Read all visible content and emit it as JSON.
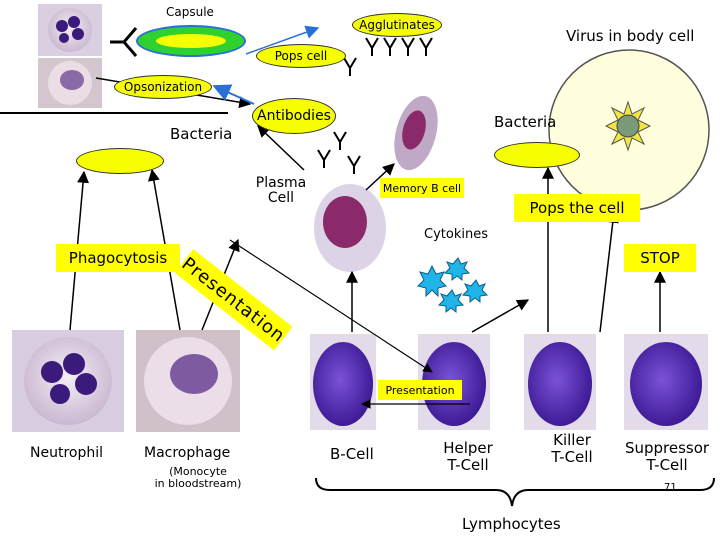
{
  "colors": {
    "highlight": "#ffff00",
    "pill_green": "#2ed12e",
    "cell_purple": "#4b23a8",
    "cytokine": "#1fb5e8"
  },
  "top": {
    "capsule": "Capsule",
    "agglutinates": "Agglutinates",
    "pops_cell": "Pops cell",
    "virus": "Virus in body cell",
    "opsonization": "Opsonization",
    "antibodies": "Antibodies",
    "bacteria_left": "Bacteria",
    "bacteria_right": "Bacteria"
  },
  "middle": {
    "plasma_cell": "Plasma\nCell",
    "memory_b": "Memory B cell",
    "pops_the_cell": "Pops the cell",
    "cytokines": "Cytokines",
    "phagocytosis": "Phagocytosis",
    "presentation_rotated": "Presentation",
    "stop": "STOP",
    "presentation_box": "Presentation"
  },
  "bottom": {
    "neutrophil": "Neutrophil",
    "macrophage": "Macrophage",
    "monocyte_note": "(Monocyte\nin bloodstream)",
    "b_cell": "B-Cell",
    "helper": "Helper\nT-Cell",
    "killer": "Killer\nT-Cell",
    "suppressor": "Suppressor\nT-Cell",
    "lymphocytes": "Lymphocytes",
    "page_number": "71"
  }
}
